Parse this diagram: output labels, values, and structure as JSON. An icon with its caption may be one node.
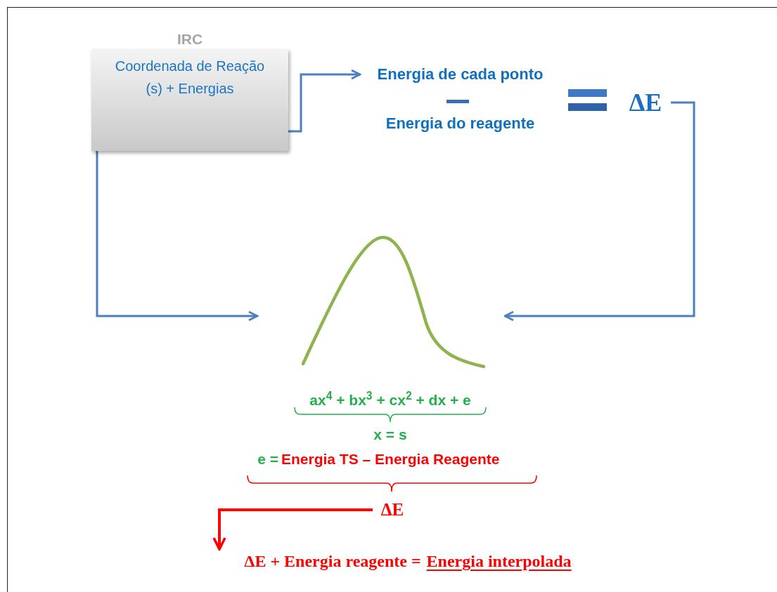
{
  "diagram": {
    "nodes": [
      {
        "text": [
          "IRC",
          "Coordenada de Reação (s) + Energias"
        ]
      },
      {
        "text": [
          "Energia de cada ponto"
        ]
      },
      {
        "text": [
          "ΔE"
        ]
      },
      {
        "text": [],
        "shape": "picture"
      },
      {
        "text": [
          "ΔE"
        ]
      },
      {
        "text": [
          "ΔE + Energia reagente =",
          "Energia interpolada"
        ]
      }
    ],
    "edges": [
      {
        "from": 0,
        "to": 1,
        "arrow": "to"
      },
      {
        "from": 0,
        "to": 3,
        "arrow": "to"
      },
      {
        "from": 2,
        "to": 3,
        "arrow": "to"
      },
      {
        "from": 4,
        "to": 5,
        "arrow": "to",
        "color": "#ff0000"
      }
    ],
    "labels": [
      "Energia do reagente",
      "ax$^{4}$ + bx$^{3}$ + cx$^{2}$ + dx + e",
      "x = s",
      "e =",
      "Energia TS – Energia Reagente"
    ]
  }
}
